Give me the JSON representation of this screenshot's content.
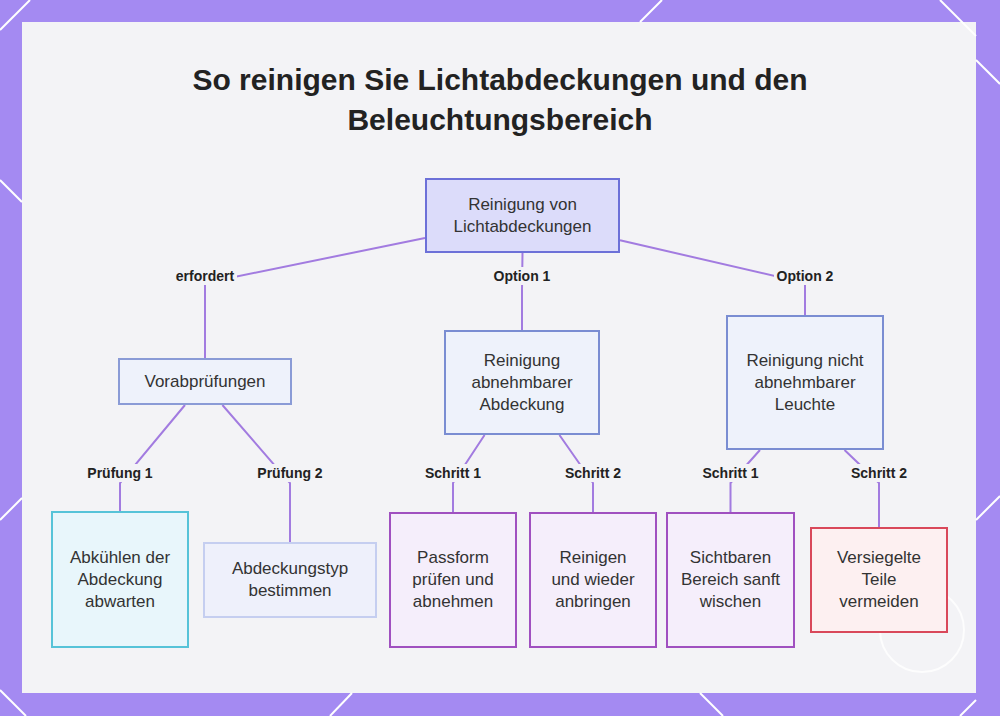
{
  "diagram": {
    "title": "So reinigen Sie Lichtabdeckungen und den Beleuchtungsbereich",
    "nodes": [
      {
        "text": [
          "Reinigung von Lichtabdeckungen"
        ]
      },
      {
        "text": [
          "Vorabprüfungen"
        ]
      },
      {
        "text": [
          "Reinigung abnehmbarer Abdeckung"
        ]
      },
      {
        "text": [
          "Reinigung nicht abnehmbarer Leuchte"
        ]
      },
      {
        "text": [
          "Abkühlen der Abdeckung abwarten"
        ]
      },
      {
        "text": [
          "Abdeckungstyp bestimmen"
        ]
      },
      {
        "text": [
          "Passform prüfen und abnehmen"
        ]
      },
      {
        "text": [
          "Reinigen und wieder anbringen"
        ]
      },
      {
        "text": [
          "Sichtbaren Bereich sanft wischen"
        ]
      },
      {
        "text": [
          "Versiegelte Teile vermeiden"
        ]
      }
    ],
    "edges": [
      {
        "from": 0,
        "to": 1,
        "arrow": "none",
        "label": "erfordert"
      },
      {
        "from": 0,
        "to": 2,
        "arrow": "none",
        "label": "Option 1"
      },
      {
        "from": 0,
        "to": 3,
        "arrow": "none",
        "label": "Option 2"
      },
      {
        "from": 1,
        "to": 4,
        "arrow": "none",
        "label": "Prüfung 1"
      },
      {
        "from": 1,
        "to": 5,
        "arrow": "none",
        "label": "Prüfung 2"
      },
      {
        "from": 2,
        "to": 6,
        "arrow": "none",
        "label": "Schritt 1"
      },
      {
        "from": 2,
        "to": 7,
        "arrow": "none",
        "label": "Schritt 2"
      },
      {
        "from": 3,
        "to": 8,
        "arrow": "none",
        "label": "Schritt 1"
      },
      {
        "from": 3,
        "to": 9,
        "arrow": "none",
        "label": "Schritt 2"
      }
    ]
  }
}
